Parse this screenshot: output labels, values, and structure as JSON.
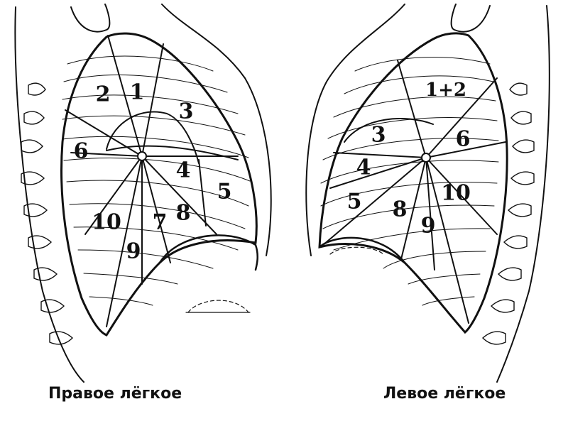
{
  "right_lung": {
    "caption": "Правое лёгкое",
    "segments": [
      "1",
      "2",
      "3",
      "4",
      "5",
      "6",
      "7",
      "8",
      "9",
      "10"
    ]
  },
  "left_lung": {
    "caption": "Левое лёгкое",
    "segments": [
      "1+2",
      "3",
      "4",
      "5",
      "6",
      "8",
      "9",
      "10"
    ]
  },
  "colors": {
    "ink": "#111111",
    "background": "#ffffff"
  }
}
